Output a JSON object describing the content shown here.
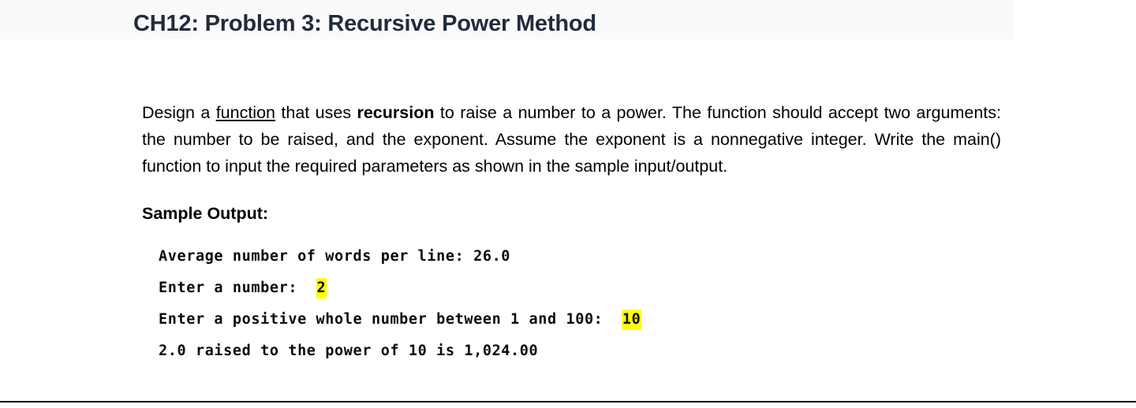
{
  "header": {
    "title": "CH12: Problem 3: Recursive Power Method",
    "title_color": "#232b3b",
    "band_color": "#fafafb"
  },
  "body": {
    "paragraph": {
      "segment_1": "Design a ",
      "underlined_term": "function",
      "segment_2": " that uses ",
      "bold_term": "recursion",
      "segment_3": " to raise a number to a power. The function should accept two arguments: the number to be raised, and the exponent. Assume the exponent is a nonnegative integer. Write the main() function to input the required parameters as shown in the sample input/output.",
      "full_text": "Design a function that uses recursion to raise a number to a power. The function should accept two arguments: the number to be raised, and the exponent. Assume the exponent is a nonnegative integer. Write the main() function to input the required parameters as shown in the sample input/output."
    },
    "sample_output_heading": "Sample Output:"
  },
  "sample_output": {
    "highlight_color": "#ffff00",
    "lines": [
      {
        "prefix": "Average number of words per line: 26.0",
        "highlight": "",
        "suffix": ""
      },
      {
        "prefix": "Enter a number:  ",
        "highlight": "2",
        "suffix": ""
      },
      {
        "prefix": "Enter a positive whole number between 1 and 100:  ",
        "highlight": "10",
        "suffix": ""
      },
      {
        "prefix": "2.0 raised to the power of 10 is 1,024.00",
        "highlight": "",
        "suffix": ""
      }
    ]
  }
}
